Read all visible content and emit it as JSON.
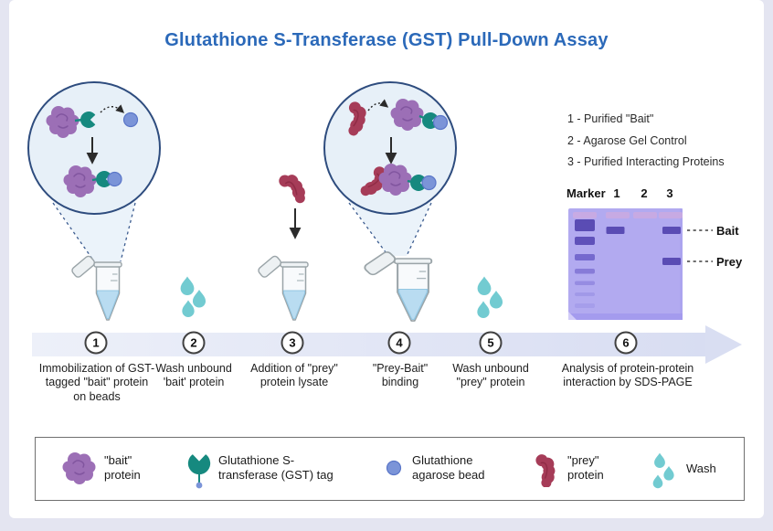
{
  "title": "Glutathione S-Transferase (GST) Pull-Down Assay",
  "palette": {
    "title_blue": "#2b69b9",
    "bait_purple": "#9c6fb6",
    "prey_red": "#a63c58",
    "gst_teal": "#16897f",
    "bead_blue": "#7b94d8",
    "wash_teal": "#72cbd1",
    "gel_purple": "#b2aaf0",
    "gel_band_dark": "#5a4cb4",
    "timeline_lavender": "#dde2f4",
    "magnifier_fill": "#e7f0f8",
    "magnifier_border": "#2e4c7e"
  },
  "timeline": {
    "steps": [
      {
        "number": "1",
        "label": "Immobilization of GST-\ntagged \"bait\" protein\non beads"
      },
      {
        "number": "2",
        "label": "Wash unbound\n'bait' protein"
      },
      {
        "number": "3",
        "label": "Addition of \"prey\"\nprotein lysate"
      },
      {
        "number": "4",
        "label": "\"Prey-Bait\"\nbinding"
      },
      {
        "number": "5",
        "label": "Wash unbound\n\"prey\" protein"
      },
      {
        "number": "6",
        "label": "Analysis of protein-protein\ninteraction by SDS-PAGE"
      }
    ]
  },
  "gel_panel": {
    "lane_legend": [
      "1 -  Purified \"Bait\"",
      "2 - Agarose Gel Control",
      "3 - Purified Interacting Proteins"
    ],
    "lane_headers": [
      "Marker",
      "1",
      "2",
      "3"
    ],
    "band_labels": {
      "bait": "Bait",
      "prey": "Prey"
    }
  },
  "legend": {
    "items": [
      {
        "icon": "bait-protein-icon",
        "label": "\"bait\"\nprotein"
      },
      {
        "icon": "gst-tag-icon",
        "label": "Glutathione S-\ntransferase (GST) tag"
      },
      {
        "icon": "agarose-bead-icon",
        "label": "Glutathione\nagarose bead"
      },
      {
        "icon": "prey-protein-icon",
        "label": "\"prey\"\nprotein"
      },
      {
        "icon": "wash-icon",
        "label": "Wash"
      }
    ]
  }
}
